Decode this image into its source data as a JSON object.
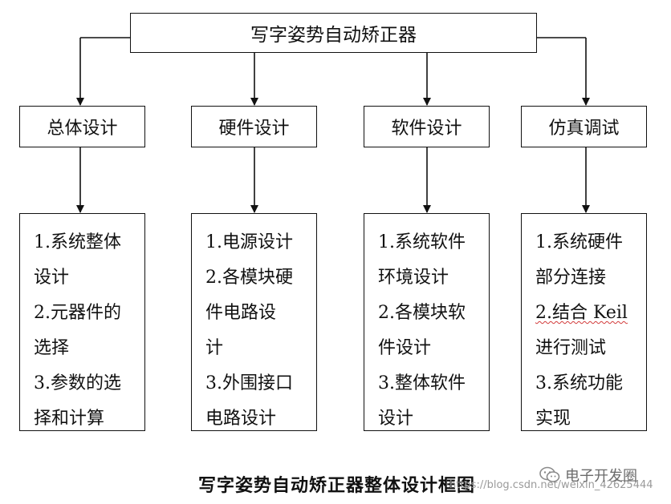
{
  "diagram": {
    "title": "写字姿势自动矫正器",
    "columns": [
      {
        "category": "总体设计",
        "details": [
          "1.系统整体",
          "设计",
          "2.元器件的",
          "选择",
          "3.参数的选",
          "择和计算"
        ]
      },
      {
        "category": "硬件设计",
        "details": [
          "1.电源设计",
          "2.各模块硬",
          "件电路设",
          "计",
          "3.外围接口",
          "电路设计"
        ]
      },
      {
        "category": "软件设计",
        "details": [
          "1.系统软件",
          "环境设计",
          "2.各模块软",
          "件设计",
          "3.整体软件",
          "设计"
        ]
      },
      {
        "category": "仿真调试",
        "details": [
          "1.系统硬件",
          "部分连接",
          "2.结合 Keil",
          "进行测试",
          "3.系统功能",
          "实现"
        ]
      }
    ],
    "caption": "写字姿势自动矫正器整体设计框图"
  },
  "branding": {
    "account": "电子开发圈",
    "icon": "wechat-icon",
    "watermark": "https://blog.csdn.net/weixin_42625444"
  }
}
